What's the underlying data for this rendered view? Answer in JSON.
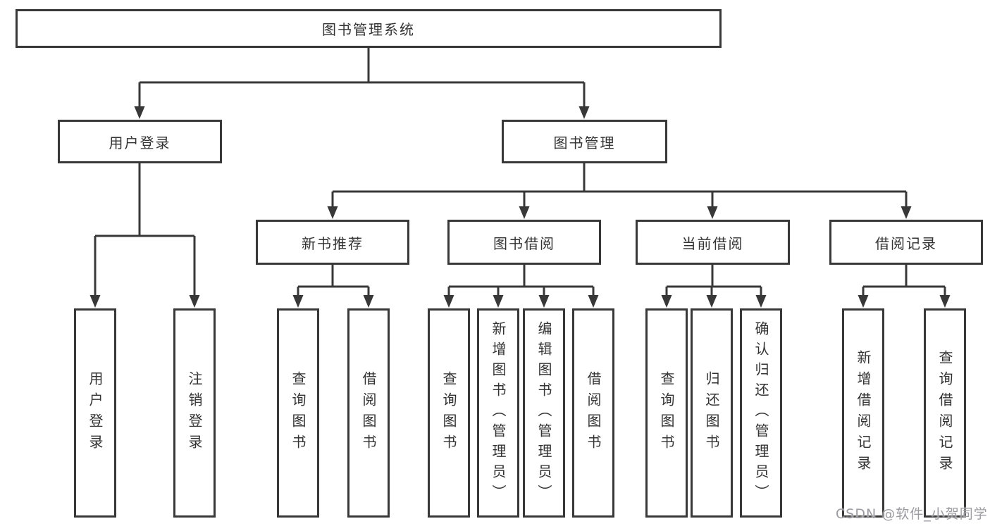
{
  "diagram": {
    "root": {
      "label": "图书管理系统"
    },
    "level2": [
      {
        "label": "用户登录"
      },
      {
        "label": "图书管理"
      }
    ],
    "level3": [
      {
        "label": "新书推荐",
        "parent": "图书管理"
      },
      {
        "label": "图书借阅",
        "parent": "图书管理"
      },
      {
        "label": "当前借阅",
        "parent": "图书管理"
      },
      {
        "label": "借阅记录",
        "parent": "图书管理"
      }
    ],
    "leaves": [
      {
        "label": "用户登录",
        "parent": "用户登录"
      },
      {
        "label": "注销登录",
        "parent": "用户登录"
      },
      {
        "label": "查询图书",
        "parent": "新书推荐"
      },
      {
        "label": "借阅图书",
        "parent": "新书推荐"
      },
      {
        "label": "查询图书",
        "parent": "图书借阅"
      },
      {
        "label": "新增图书（管理员）",
        "parent": "图书借阅"
      },
      {
        "label": "编辑图书（管理员）",
        "parent": "图书借阅"
      },
      {
        "label": "借阅图书",
        "parent": "图书借阅"
      },
      {
        "label": "查询图书",
        "parent": "当前借阅"
      },
      {
        "label": "归还图书",
        "parent": "当前借阅"
      },
      {
        "label": "确认归还（管理员）",
        "parent": "当前借阅"
      },
      {
        "label": "新增借阅记录",
        "parent": "借阅记录"
      },
      {
        "label": "查询借阅记录",
        "parent": "借阅记录"
      }
    ]
  },
  "watermark": "CSDN @软件_小贺同学",
  "colors": {
    "line": "#383838",
    "text": "#333333",
    "background": "#ffffff",
    "watermark": "#9b9ba1"
  }
}
